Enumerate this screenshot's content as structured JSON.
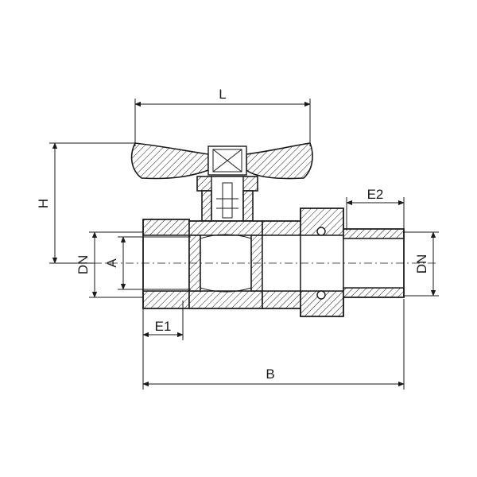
{
  "diagram": {
    "dimension_labels": {
      "L": "L",
      "H": "H",
      "E2": "E2",
      "DN_left": "DN",
      "A": "A",
      "DN_right": "DN",
      "E1": "E1",
      "B": "B"
    },
    "colors": {
      "line": "#1a1a1a",
      "background": "#ffffff"
    }
  }
}
